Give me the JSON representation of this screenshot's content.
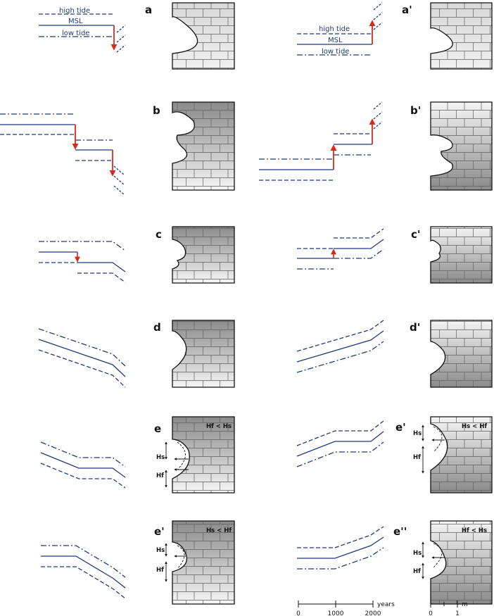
{
  "legend": {
    "high_tide": "high tide",
    "msl": "MSL",
    "low_tide": "low tide"
  },
  "panels": {
    "a": "a",
    "a_prime": "a'",
    "b": "b",
    "b_prime": "b'",
    "c": "c",
    "c_prime": "c'",
    "d": "d",
    "d_prime": "d'",
    "e": "e",
    "e_prime_left": "e'",
    "e_prime_right": "e'",
    "e_double_prime": "e''"
  },
  "annotations": {
    "e": {
      "relation": "Hf < Hs",
      "upper": "Hs",
      "lower": "Hf"
    },
    "e_prime_left": {
      "relation": "Hs < Hf",
      "upper": "Hs",
      "lower": "Hf"
    },
    "e_prime_right": {
      "relation": "Hs < Hf",
      "upper": "Hs",
      "lower": "Hf"
    },
    "e_double_prime": {
      "relation": "Hf < Hs",
      "upper": "Hs",
      "lower": "Hf"
    }
  },
  "time_scale": {
    "ticks": [
      "0",
      "1000",
      "2000"
    ],
    "unit": "years"
  },
  "length_scale": {
    "ticks": [
      "0",
      "1"
    ],
    "unit": "m"
  },
  "colors": {
    "sea_level": "#1f3a7a",
    "change_arrow": "#d62a1f",
    "rock_dark": "#8e8e8e",
    "rock_light": "#f2f2f2",
    "mortar": "#6b6b6b"
  }
}
